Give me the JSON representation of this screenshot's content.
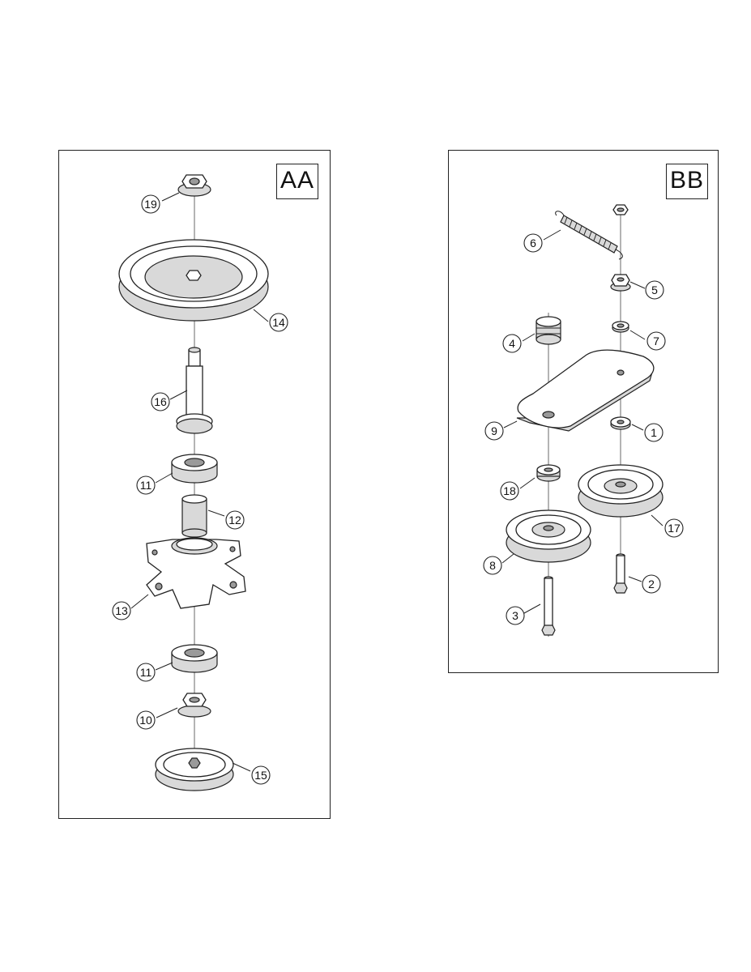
{
  "panels": [
    {
      "id": "aa",
      "label": "AA",
      "callouts": [
        "19",
        "14",
        "16",
        "11",
        "12",
        "13",
        "11",
        "10",
        "15"
      ]
    },
    {
      "id": "bb",
      "label": "BB",
      "callouts": [
        "6",
        "5",
        "4",
        "7",
        "9",
        "1",
        "18",
        "17",
        "8",
        "2",
        "3"
      ]
    }
  ],
  "colors": {
    "line": "#222222",
    "shade": "#d9d9d9",
    "dark": "#9a9a9a"
  }
}
